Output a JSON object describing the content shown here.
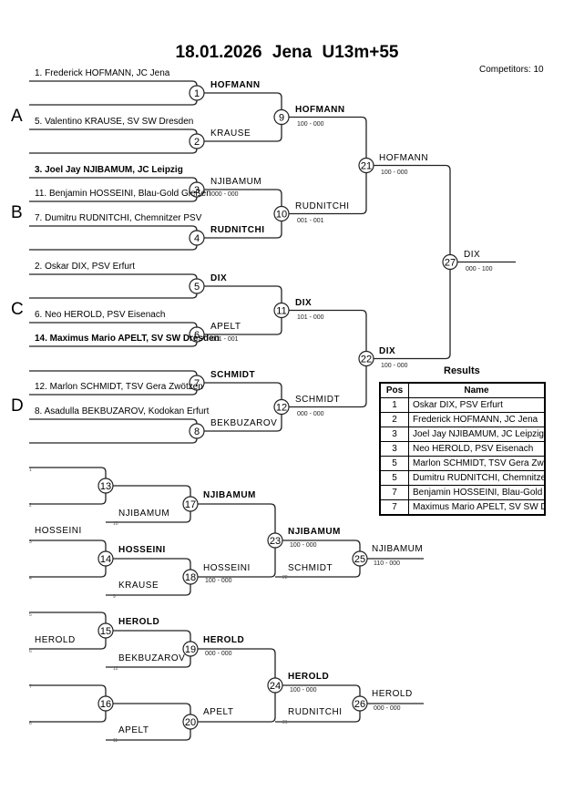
{
  "header": {
    "title": "18.01.2026  Jena   U13m+55",
    "competitors_label": "Competitors: 10"
  },
  "pools": [
    "A",
    "B",
    "C",
    "D"
  ],
  "entries": [
    {
      "text": "1. Frederick HOFMANN, JC Jena",
      "bold": false
    },
    {
      "text": "5. Valentino KRAUSE, SV SW Dresden",
      "bold": false
    },
    {
      "text": "3. Joel Jay NJIBAMUM, JC Leipzig",
      "bold": true
    },
    {
      "text": "11. Benjamin HOSSEINI, Blau-Gold Gießen",
      "bold": false
    },
    {
      "text": "7. Dumitru RUDNITCHI, Chemnitzer PSV",
      "bold": false
    },
    {
      "text": "2. Oskar DIX, PSV Erfurt",
      "bold": false
    },
    {
      "text": "6. Neo HEROLD, PSV Eisenach",
      "bold": false
    },
    {
      "text": "14. Maximus Mario APELT, SV SW Dresden",
      "bold": true
    },
    {
      "text": "12. Marlon SCHMIDT, TSV Gera Zwötzen",
      "bold": false
    },
    {
      "text": "8. Asadulla BEKBUZAROV, Kodokan Erfurt",
      "bold": false
    }
  ],
  "main_bracket": {
    "round1_names": [
      {
        "match": "1",
        "name": "HOFMANN",
        "bold": true
      },
      {
        "match": "2",
        "name": "KRAUSE",
        "bold": false
      },
      {
        "match": "3",
        "name": "NJIBAMUM",
        "bold": false,
        "score": "000 - 000"
      },
      {
        "match": "4",
        "name": "RUDNITCHI",
        "bold": true
      },
      {
        "match": "5",
        "name": "DIX",
        "bold": true
      },
      {
        "match": "6",
        "name": "APELT",
        "bold": false,
        "score": "001 - 001"
      },
      {
        "match": "7",
        "name": "SCHMIDT",
        "bold": true
      },
      {
        "match": "8",
        "name": "BEKBUZAROV",
        "bold": false
      }
    ],
    "round2": [
      {
        "match": "9",
        "name": "HOFMANN",
        "bold": true,
        "score": "100 - 000"
      },
      {
        "match": "10",
        "name": "RUDNITCHI",
        "bold": false,
        "score": "001 - 001"
      },
      {
        "match": "11",
        "name": "DIX",
        "bold": true,
        "score": "101 - 000"
      },
      {
        "match": "12",
        "name": "SCHMIDT",
        "bold": false,
        "score": "000 - 000"
      }
    ],
    "semis": [
      {
        "match": "21",
        "name": "HOFMANN",
        "bold": false,
        "score": "100 - 000"
      },
      {
        "match": "22",
        "name": "DIX",
        "bold": true,
        "score": "100 - 000"
      }
    ],
    "final": {
      "match": "27",
      "name": "DIX",
      "bold": false,
      "score": "000 - 100"
    }
  },
  "repechage": {
    "seeds": [
      "1",
      "2",
      "3",
      "4",
      "5",
      "6",
      "7",
      "8",
      "10",
      "9",
      "12",
      "11",
      "22",
      "21"
    ],
    "upper": {
      "m13": "13",
      "m14": "14",
      "m17": "17",
      "m18": "18",
      "m23": "23",
      "m25": "25",
      "hosseini_entry": "HOSSEINI",
      "m14_winner": "HOSSEINI",
      "m17_in": "NJIBAMUM",
      "m18_in": "KRAUSE",
      "m17_winner": "NJIBAMUM",
      "m18_winner": "HOSSEINI",
      "m18_score": "100 - 000",
      "m23_winner": "NJIBAMUM",
      "m23_score": "100 - 000",
      "m25_in": "SCHMIDT",
      "m25_winner": "NJIBAMUM",
      "m25_score": "110 - 000"
    },
    "lower": {
      "m15": "15",
      "m16": "16",
      "m19": "19",
      "m20": "20",
      "m24": "24",
      "m26": "26",
      "herold_entry": "HEROLD",
      "m15_winner": "HEROLD",
      "m19_in": "BEKBUZAROV",
      "m20_in": "APELT",
      "m19_winner": "HEROLD",
      "m19_score": "000 - 000",
      "m20_winner": "APELT",
      "m24_winner": "HEROLD",
      "m24_score": "100 - 000",
      "m26_in": "RUDNITCHI",
      "m26_winner": "HEROLD",
      "m26_score": "000 - 000"
    }
  },
  "results": {
    "title": "Results",
    "headers": [
      "Pos",
      "Name"
    ],
    "rows": [
      {
        "pos": "1",
        "name": "Oskar DIX, PSV Erfurt"
      },
      {
        "pos": "2",
        "name": "Frederick HOFMANN, JC Jena"
      },
      {
        "pos": "3",
        "name": "Joel Jay NJIBAMUM, JC Leipzig"
      },
      {
        "pos": "3",
        "name": "Neo HEROLD, PSV Eisenach"
      },
      {
        "pos": "5",
        "name": "Marlon SCHMIDT, TSV Gera Zwötzen"
      },
      {
        "pos": "5",
        "name": "Dumitru RUDNITCHI, Chemnitzer PSV"
      },
      {
        "pos": "7",
        "name": "Benjamin HOSSEINI, Blau-Gold Gießen"
      },
      {
        "pos": "7",
        "name": "Maximus Mario APELT, SV SW Dresden"
      }
    ]
  }
}
